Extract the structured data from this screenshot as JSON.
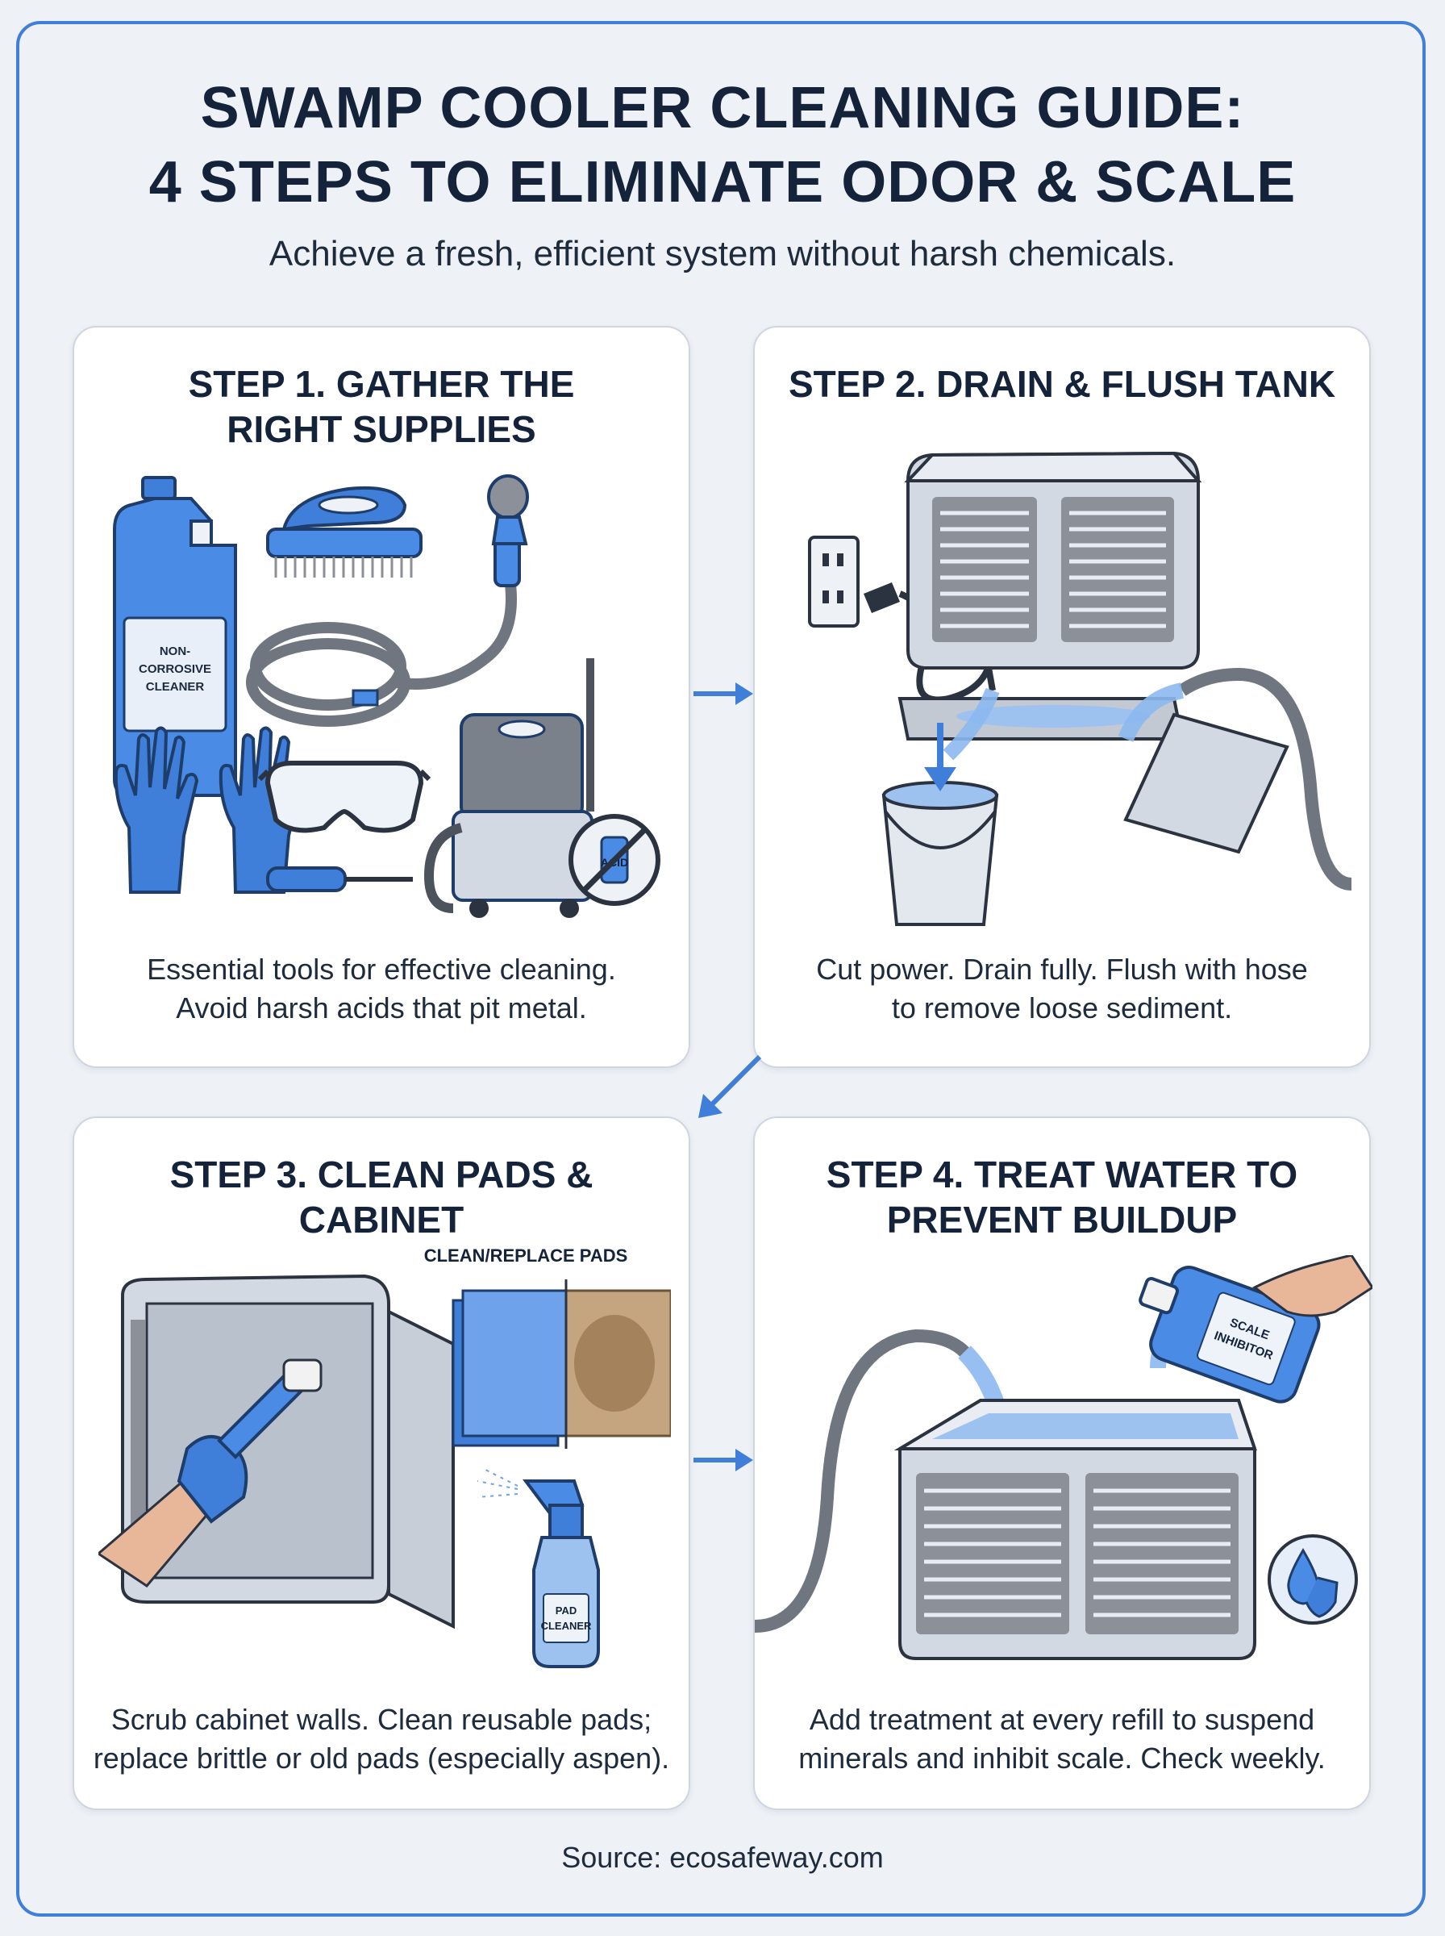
{
  "header": {
    "title_line1": "SWAMP COOLER CLEANING GUIDE:",
    "title_line2": "4 STEPS TO ELIMINATE ODOR & SCALE",
    "subtitle": "Achieve a fresh, efficient system without harsh chemicals."
  },
  "steps": [
    {
      "title_line1": "STEP 1. GATHER THE",
      "title_line2": "RIGHT SUPPLIES",
      "desc_line1": "Essential tools for effective cleaning.",
      "desc_line2": "Avoid harsh acids that pit metal.",
      "labels": {
        "bottle_1": "NON-",
        "bottle_2": "CORROSIVE",
        "bottle_3": "CLEANER",
        "acid": "ACID"
      }
    },
    {
      "title_line1": "STEP 2. DRAIN & FLUSH TANK",
      "desc_line1": "Cut power. Drain fully. Flush with hose",
      "desc_line2": "to remove loose sediment."
    },
    {
      "title_line1": "STEP 3. CLEAN PADS & CABINET",
      "desc_line1": "Scrub cabinet walls. Clean reusable pads;",
      "desc_line2": "replace brittle or old pads (especially aspen).",
      "labels": {
        "pads": "CLEAN/REPLACE PADS",
        "spray_1": "PAD",
        "spray_2": "CLEANER"
      }
    },
    {
      "title_line1": "STEP 4. TREAT WATER TO",
      "title_line2": "PREVENT BUILDUP",
      "desc_line1": "Add treatment at every refill to suspend",
      "desc_line2": "minerals and inhibit scale. Check weekly.",
      "labels": {
        "jug_1": "SCALE",
        "jug_2": "INHIBITOR"
      }
    }
  ],
  "footer": {
    "source": "Source: ecosafeway.com"
  },
  "colors": {
    "accent": "#3f7fd9",
    "blue": "#4a8be6",
    "metal": "#d3d9e2"
  },
  "icons": [
    "cleaner-bottle-icon",
    "scrub-brush-icon",
    "garden-hose-icon",
    "gloves-icon",
    "safety-glasses-icon",
    "screwdriver-icon",
    "wet-vac-icon",
    "no-acid-icon",
    "water-shield-icon"
  ]
}
